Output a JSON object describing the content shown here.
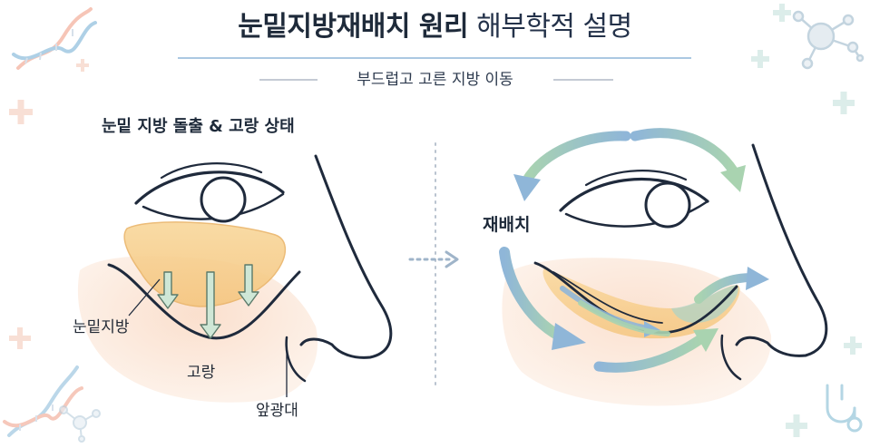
{
  "title": {
    "bold": "눈밑지방재배치 원리",
    "light": "해부학적 설명"
  },
  "subtitle": "부드럽고 고른 지방 이동",
  "left_panel": {
    "heading": "눈밑 지방 돌출 & 고랑 상태",
    "labels": {
      "fat": "눈밑지방",
      "groove": "고랑",
      "tear_trough": "앞광대"
    }
  },
  "right_panel": {
    "label": "재배치"
  },
  "icons": [
    "dna-icon",
    "molecule-icon",
    "plus-icon",
    "stethoscope-icon",
    "arrow-right-icon"
  ],
  "colors": {
    "title": "#1e2a3a",
    "line_art": "#1f2a3c",
    "fat_fill": "#f7cf8e",
    "skin_tint": "#fbe6d8",
    "arrow_blue": "#8fb6d8",
    "arrow_green": "#a9d3b0",
    "accent_teal": "#6fb8b0"
  }
}
